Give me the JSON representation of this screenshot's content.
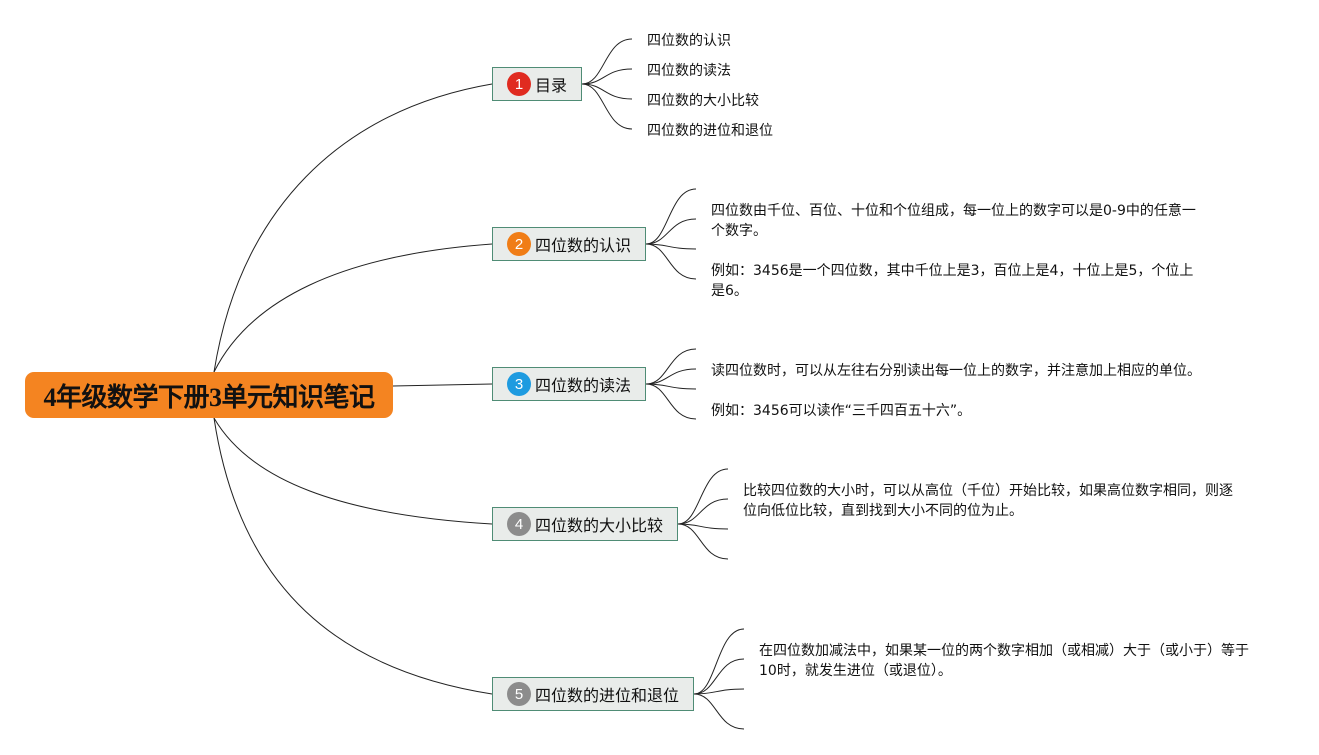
{
  "root": {
    "title": "4年级数学下册3单元知识笔记"
  },
  "topics": [
    {
      "num": "1",
      "label": "目录",
      "color": "#e02b20",
      "children": [
        "四位数的认识",
        "四位数的读法",
        "四位数的大小比较",
        "四位数的进位和退位"
      ]
    },
    {
      "num": "2",
      "label": "四位数的认识",
      "color": "#f07d16",
      "children": [
        "四位数由千位、百位、十位和个位组成，每一位上的数字可以是0-9中的任意一个数字。",
        "例如：3456是一个四位数，其中千位上是3，百位上是4，十位上是5，个位上是6。"
      ]
    },
    {
      "num": "3",
      "label": "四位数的读法",
      "color": "#1e9be0",
      "children": [
        "读四位数时，可以从左往右分别读出每一位上的数字，并注意加上相应的单位。",
        "例如：3456可以读作“三千四百五十六”。"
      ]
    },
    {
      "num": "4",
      "label": "四位数的大小比较",
      "color": "#8c8c8c",
      "children": [
        "比较四位数的大小时，可以从高位（千位）开始比较，如果高位数字相同，则逐位向低位比较，直到找到大小不同的位为止。"
      ]
    },
    {
      "num": "5",
      "label": "四位数的进位和退位",
      "color": "#8c8c8c",
      "children": [
        "在四位数加减法中，如果某一位的两个数字相加（或相减）大于（或小于）等于10时，就发生进位（或退位）。"
      ]
    }
  ]
}
